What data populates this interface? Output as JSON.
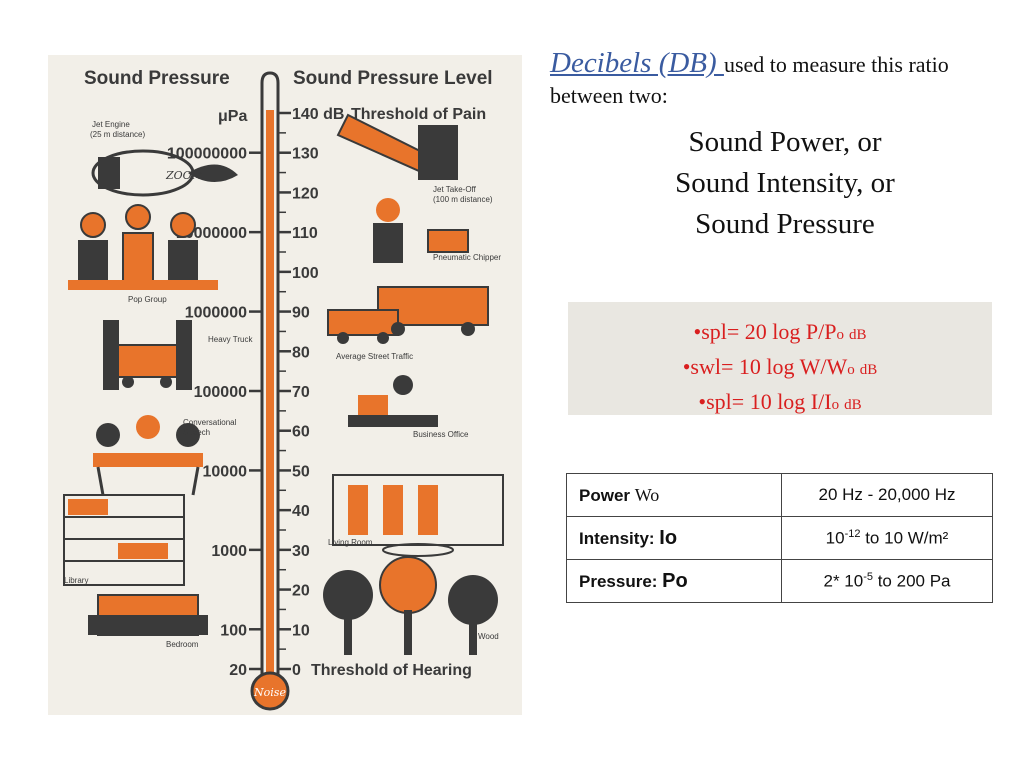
{
  "figure": {
    "left_heading": "Sound Pressure",
    "right_heading": "Sound Pressure Level",
    "pressure_unit": "μPa",
    "pressure_values": [
      "100000000",
      "10000000",
      "1000000",
      "100000",
      "10000",
      "1000",
      "100",
      "20"
    ],
    "db_levels": [
      "140 dB",
      "130",
      "120",
      "110",
      "100",
      "90",
      "80",
      "70",
      "60",
      "50",
      "40",
      "30",
      "20",
      "10",
      "0"
    ],
    "top_label": "Threshold of Pain",
    "bottom_label": "Threshold of Hearing",
    "left_captions": [
      "Jet Engine",
      "(25 m distance)",
      "Pop Group",
      "Heavy Truck",
      "Conversational",
      "Speech",
      "Library",
      "Bedroom"
    ],
    "right_captions": [
      "Jet Take-Off",
      "(100 m distance)",
      "Pneumatic Chipper",
      "Average Street Traffic",
      "Business Office",
      "Living Room",
      "Wood"
    ],
    "jet_text": "ZOOM",
    "logo_text": "Noise",
    "colors": {
      "accent": "#e8742b",
      "ink": "#3a3a3a",
      "paper": "#f2efe8"
    }
  },
  "intro": {
    "term": "Decibels  (DB) ",
    "text": "used to measure this ratio between two:"
  },
  "quantities": [
    "Sound Power, or",
    "Sound Intensity, or",
    "Sound Pressure"
  ],
  "formulas": [
    {
      "bullet": "•",
      "main": "spl= 20 log P/P",
      "sub": "o",
      "unit": "dB"
    },
    {
      "bullet": "•",
      "main": "swl= 10 log W/W",
      "sub": "o",
      "unit": "dB"
    },
    {
      "bullet": "•",
      "main": "spl= 10 log I/I",
      "sub": "o",
      "unit": "dB"
    }
  ],
  "table": {
    "rows": [
      {
        "label": "Power ",
        "symbol": "Wo",
        "value_pre": "20 Hz - 20,000 Hz",
        "value_sup": "",
        "value_post": ""
      },
      {
        "label": "Intensity: ",
        "symbol": "Io",
        "value_pre": "10",
        "value_sup": "-12",
        "value_post": " to 10 W/m²"
      },
      {
        "label": "Pressure: ",
        "symbol": "Po",
        "value_pre": "2* 10",
        "value_sup": "-5",
        "value_post": " to 200 Pa"
      }
    ]
  }
}
